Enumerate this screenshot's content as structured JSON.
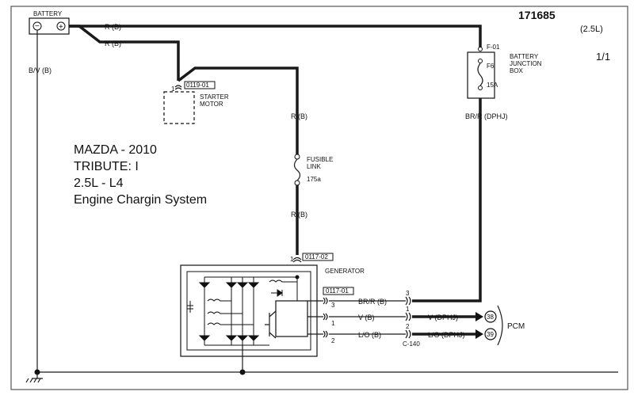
{
  "header": {
    "diagram_id": "171685",
    "engine": "(2.5L)",
    "page": "1/1"
  },
  "title_block": {
    "line1": "MAZDA - 2010",
    "line2": "TRIBUTE: I",
    "line3": "2.5L - L4",
    "line4": "Engine Chargin System"
  },
  "battery": {
    "label": "BATTERY",
    "neg": "−",
    "pos": "+"
  },
  "wires": {
    "r_b_top": "R (B)",
    "r_b_second": "R (B)",
    "bv_b": "B/V (B)",
    "r_b_starter": "R (B)",
    "r_b_lower": "R (B)",
    "brr_dphj": "BR/R (DPHJ)",
    "brr_b": "BR/R (B)",
    "v_b": "V (B)",
    "v_dphj": "V (DPHJ)",
    "lo_b": "L/O (B)",
    "lo_dphj": "L/O (DPHJ)"
  },
  "starter": {
    "connector": "0119-01",
    "pin": "1",
    "label_line1": "STARTER",
    "label_line2": "MOTOR"
  },
  "fusible_link": {
    "line1": "FUSIBLE",
    "line2": "LINK",
    "rating": "175a"
  },
  "junction_box": {
    "connector": "F-01",
    "fuse": "F6",
    "rating": "15A",
    "line1": "BATTERY",
    "line2": "JUNCTION",
    "line3": "BOX"
  },
  "generator": {
    "label": "GENERATOR",
    "connector_top": "0117-02",
    "pin_top": "1",
    "connector_side": "0117-01",
    "pin3": "3",
    "pin1": "1",
    "pin2": "2"
  },
  "inline_connector": {
    "label": "C-140",
    "pin3": "3",
    "pin1": "1",
    "pin2": "2"
  },
  "pcm": {
    "label": "PCM",
    "pin38": "38",
    "pin39": "39"
  }
}
